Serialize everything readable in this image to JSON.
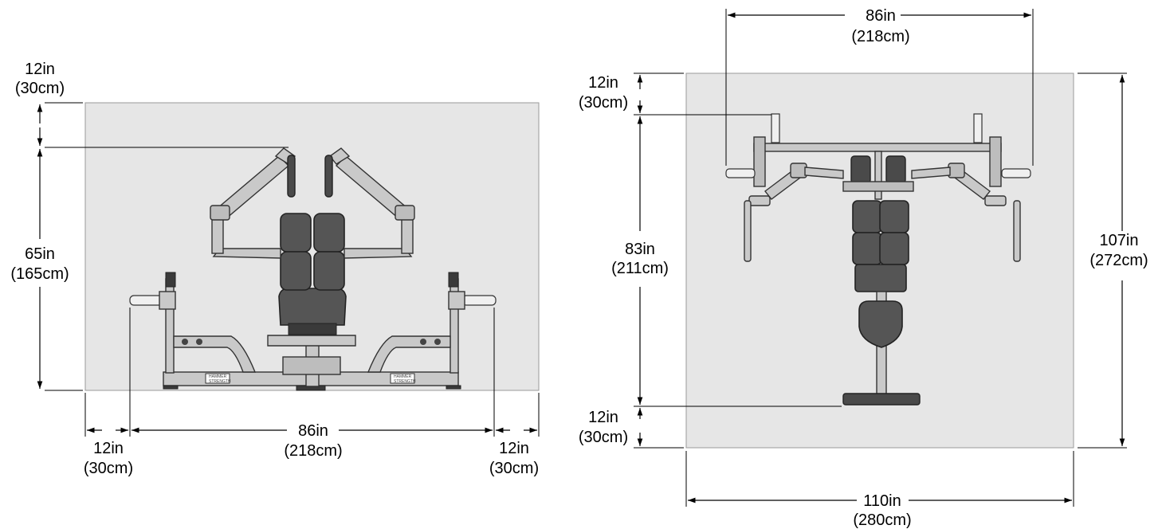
{
  "front_view": {
    "top_clearance": {
      "imperial": "12in",
      "metric": "(30cm)"
    },
    "height": {
      "imperial": "65in",
      "metric": "(165cm)"
    },
    "width": {
      "imperial": "86in",
      "metric": "(218cm)"
    },
    "left_clearance": {
      "imperial": "12in",
      "metric": "(30cm)"
    },
    "right_clearance": {
      "imperial": "12in",
      "metric": "(30cm)"
    }
  },
  "top_view": {
    "width": {
      "imperial": "86in",
      "metric": "(218cm)"
    },
    "top_clearance": {
      "imperial": "12in",
      "metric": "(30cm)"
    },
    "length": {
      "imperial": "83in",
      "metric": "(211cm)"
    },
    "bottom_clearance": {
      "imperial": "12in",
      "metric": "(30cm)"
    },
    "total_length": {
      "imperial": "107in",
      "metric": "(272cm)"
    },
    "total_width": {
      "imperial": "110in",
      "metric": "(280cm)"
    }
  },
  "colors": {
    "zone": "#e6e6e6",
    "pad": "#555555",
    "frame": "#c9c9c9"
  }
}
